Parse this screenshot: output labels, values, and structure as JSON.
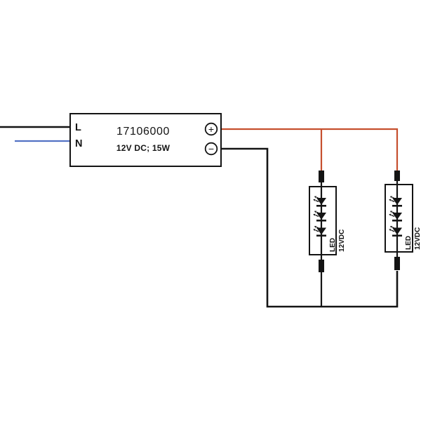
{
  "power_supply": {
    "article_number": "17106000",
    "rating": "12V DC; 15W",
    "input": {
      "live": "L",
      "neutral": "N"
    },
    "output": {
      "positive": "+",
      "negative": "−"
    }
  },
  "led_modules": [
    {
      "label": "LED",
      "voltage": "12VDC"
    },
    {
      "label": "LED",
      "voltage": "12VDC"
    }
  ],
  "colors": {
    "positive_wire": "#c64f2e",
    "neutral_wire": "#5372c4",
    "line": "#141414"
  }
}
